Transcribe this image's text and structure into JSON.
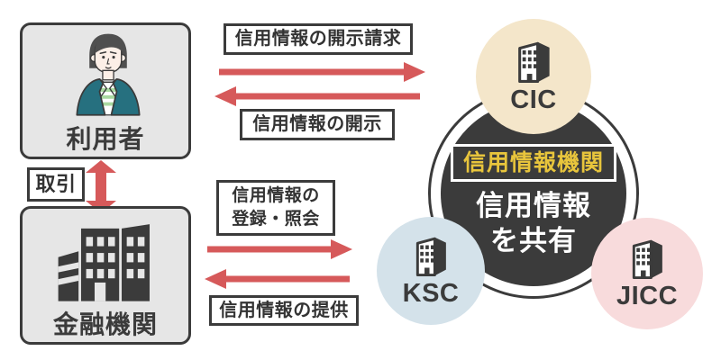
{
  "palette": {
    "dark": "#3b3b3b",
    "arrow_red": "#d6595a",
    "actor_box_bg": "#e6e6e6",
    "hub_badge_yellow": "#e8c53c",
    "cic_circle_bg": "#f4e6ca",
    "ksc_circle_bg": "#d4e2ea",
    "jicc_circle_bg": "#f8dbdc"
  },
  "actors": {
    "user": {
      "label": "利用者"
    },
    "bank": {
      "label": "金融機関"
    },
    "transaction_label": "取引"
  },
  "flows": {
    "top": {
      "request_label": "信用情報の開示請求",
      "response_label": "信用情報の開示"
    },
    "bottom": {
      "request_label_line1": "信用情報の",
      "request_label_line2": "登録・照会",
      "response_label": "信用情報の提供"
    }
  },
  "hub": {
    "badge": "信用情報機関",
    "caption_line1": "信用情報",
    "caption_line2": "を共有",
    "agencies": [
      {
        "name": "CIC"
      },
      {
        "name": "KSC"
      },
      {
        "name": "JICC"
      }
    ]
  }
}
